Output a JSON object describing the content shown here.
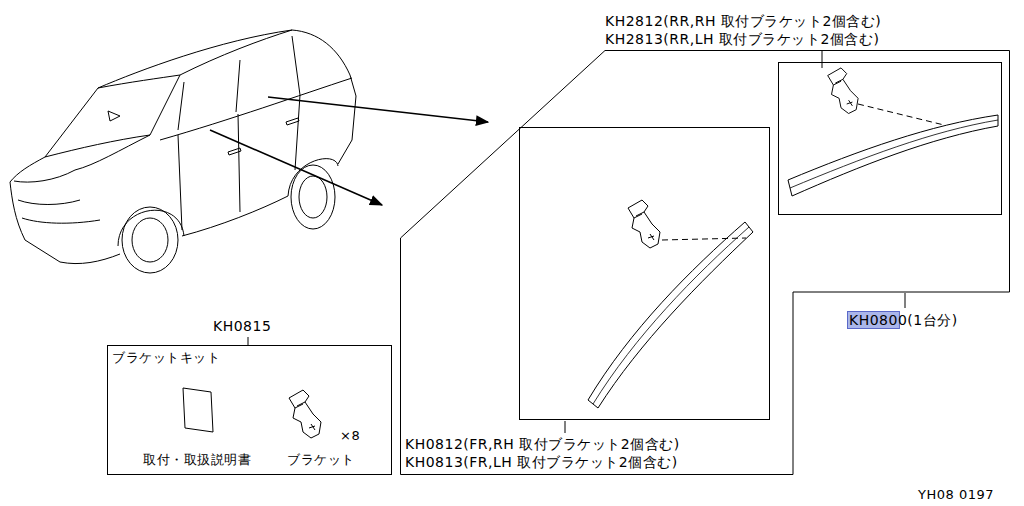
{
  "diagram": {
    "nodes": [
      {
        "text": [
          "KH0800(1台分)"
        ]
      },
      {
        "text": [
          "KH2812(RR,RH 取付ブラケット2個含む)",
          "KH2813(RR,LH 取付ブラケット2個含む)"
        ],
        "in": 0
      },
      {
        "text": [
          "KH0812(FR,RH 取付ブラケット2個含む)",
          "KH0813(FR,LH 取付ブラケット2個含む)"
        ],
        "in": 0
      },
      {
        "text": [
          "KH0815",
          "ブラケットキット",
          "×8",
          "取付・取扱説明書",
          "ブラケット"
        ]
      }
    ],
    "labels": [
      "YH08 0197"
    ]
  }
}
